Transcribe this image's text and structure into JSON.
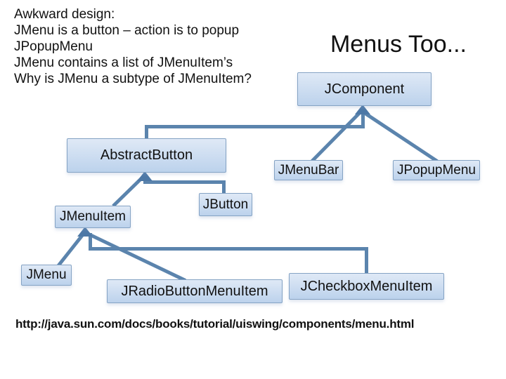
{
  "slide": {
    "title": "Menus Too...",
    "notes_lines": [
      "Awkward design:",
      "JMenu is a button – action is to popup",
      "JPopupMenu",
      "JMenu contains a list of JMenuItem’s",
      "Why is JMenu a subtype of JMenuItem?"
    ],
    "footer_url": "http://java.sun.com/docs/books/tutorial/uiswing/components/menu.html",
    "colors": {
      "node_fill_top": "#dfe9f6",
      "node_fill_bottom": "#bcd2ec",
      "node_border": "#85a3c4",
      "connector": "#5b84ad",
      "arrowhead": "#4d78a6"
    },
    "diagram": {
      "nodes": [
        {
          "id": "jcomponent",
          "label": "JComponent"
        },
        {
          "id": "abstractbutton",
          "label": "AbstractButton"
        },
        {
          "id": "jmenubar",
          "label": "JMenuBar"
        },
        {
          "id": "jpopupmenu",
          "label": "JPopupMenu"
        },
        {
          "id": "jmenuitem",
          "label": "JMenuItem"
        },
        {
          "id": "jbutton",
          "label": "JButton"
        },
        {
          "id": "jmenu",
          "label": "JMenu"
        },
        {
          "id": "jradiobuttonmenuitem",
          "label": "JRadioButtonMenuItem"
        },
        {
          "id": "jcheckboxmenuitem",
          "label": "JCheckboxMenuItem"
        }
      ],
      "edges": [
        {
          "from": "AbstractButton",
          "to": "JComponent"
        },
        {
          "from": "JMenuBar",
          "to": "JComponent"
        },
        {
          "from": "JPopupMenu",
          "to": "JComponent"
        },
        {
          "from": "JMenuItem",
          "to": "AbstractButton"
        },
        {
          "from": "JButton",
          "to": "AbstractButton"
        },
        {
          "from": "JMenu",
          "to": "JMenuItem"
        },
        {
          "from": "JRadioButtonMenuItem",
          "to": "JMenuItem"
        },
        {
          "from": "JCheckboxMenuItem",
          "to": "JMenuItem"
        }
      ]
    }
  }
}
